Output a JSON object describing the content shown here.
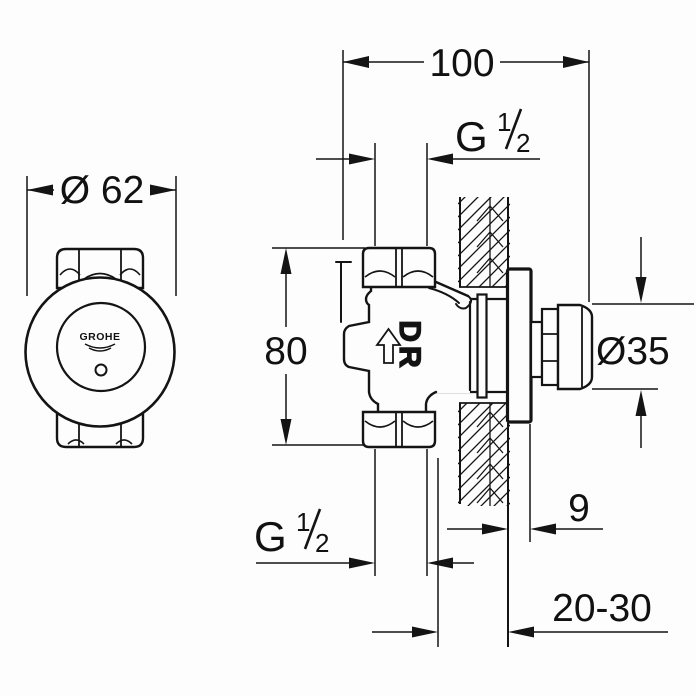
{
  "drawing": {
    "type": "installation-dimension-drawing",
    "views": [
      "front-view",
      "side-section-view"
    ],
    "line_color": "#141414",
    "background_color": "#fdfdfd",
    "markings": {
      "brand_logo": "GROHE",
      "flow_marking": "DR",
      "flow_icon": "up-arrow"
    },
    "dimensions": {
      "escutcheon_diameter": "Ø 62",
      "installed_depth": "100",
      "connection_spacing": "80",
      "knob_diameter": "Ø35",
      "escutcheon_thickness": "9",
      "wall_depth_range": "20-30",
      "inlet_thread": {
        "label": "G 1/2",
        "prefix": "G",
        "numerator": "1",
        "denominator": "2"
      },
      "outlet_thread": {
        "label": "G 1/2",
        "prefix": "G",
        "numerator": "1",
        "denominator": "2"
      }
    }
  }
}
